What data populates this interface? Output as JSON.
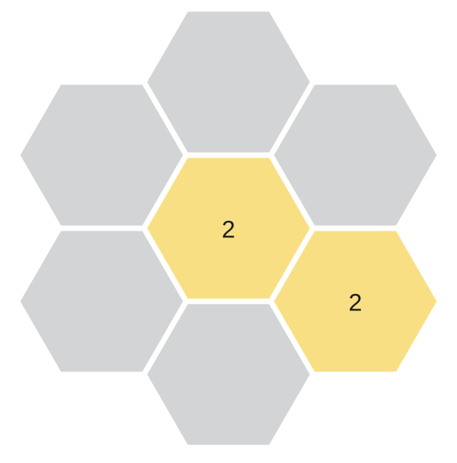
{
  "colors": {
    "empty": "#d3d4d6",
    "filled": "#f9df83",
    "background": "#ffffff",
    "text": "#1a1a1a"
  },
  "cells": [
    {
      "id": "top",
      "value": "",
      "filled": false
    },
    {
      "id": "upper-left",
      "value": "",
      "filled": false
    },
    {
      "id": "upper-right",
      "value": "",
      "filled": false
    },
    {
      "id": "center",
      "value": "2",
      "filled": true
    },
    {
      "id": "lower-left",
      "value": "",
      "filled": false
    },
    {
      "id": "lower-right",
      "value": "2",
      "filled": true
    },
    {
      "id": "bottom",
      "value": "",
      "filled": false
    }
  ]
}
